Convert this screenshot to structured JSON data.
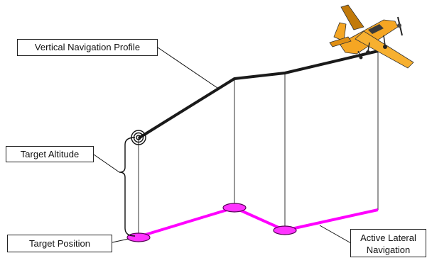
{
  "labels": {
    "vertical_profile": "Vertical Navigation Profile",
    "target_altitude": "Target Altitude",
    "target_position": "Target Position",
    "active_lateral_line1": "Active Lateral",
    "active_lateral_line2": "Navigation"
  },
  "colors": {
    "vertical_path": "#1a1a1a",
    "lateral_path": "#ff00ff",
    "waypoint_fill": "#ff33ff",
    "waypoint_stroke": "#550055",
    "drop_lines": "#333333",
    "aircraft_body": "#f5a623",
    "aircraft_shade": "#c27a0a"
  },
  "icons": {
    "aircraft": "airplane-icon",
    "altitude_target": "target-rings-icon"
  }
}
